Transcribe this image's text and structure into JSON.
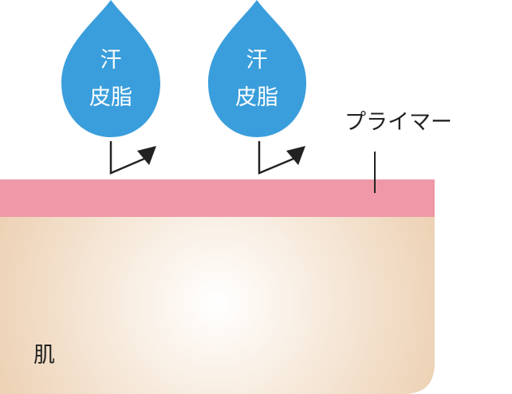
{
  "drops": [
    {
      "line1": "汗",
      "line2": "皮脂"
    },
    {
      "line1": "汗",
      "line2": "皮脂"
    }
  ],
  "primer_label": "プライマー",
  "skin_label": "肌",
  "colors": {
    "drop": "#3a9edc",
    "primer": "#ef98a8",
    "skin_center": "#ffffff",
    "skin_edge": "#ecd0b2",
    "arrow": "#222222"
  }
}
